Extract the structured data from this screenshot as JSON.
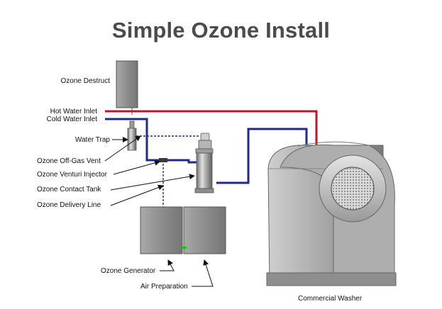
{
  "title": "Simple Ozone Install",
  "labels": {
    "ozone_destruct": "Ozone Destruct",
    "hot_water_inlet": "Hot Water Inlet",
    "cold_water_inlet": "Cold Water Inlet",
    "water_trap": "Water Trap",
    "offgas_vent": "Ozone Off-Gas Vent",
    "venturi_injector": "Ozone Venturi Injector",
    "contact_tank": "Ozone Contact Tank",
    "delivery_line": "Ozone Delivery Line",
    "ozone_generator": "Ozone Generator",
    "air_preparation": "Air Preparation",
    "commercial_washer": "Commercial Washer"
  },
  "colors": {
    "hot_line": "#c8102e",
    "cold_line": "#1f2a8c",
    "gas_line": "#1f2a8c",
    "equipment": "#8a8a8a",
    "accent_green": "#19c219"
  }
}
